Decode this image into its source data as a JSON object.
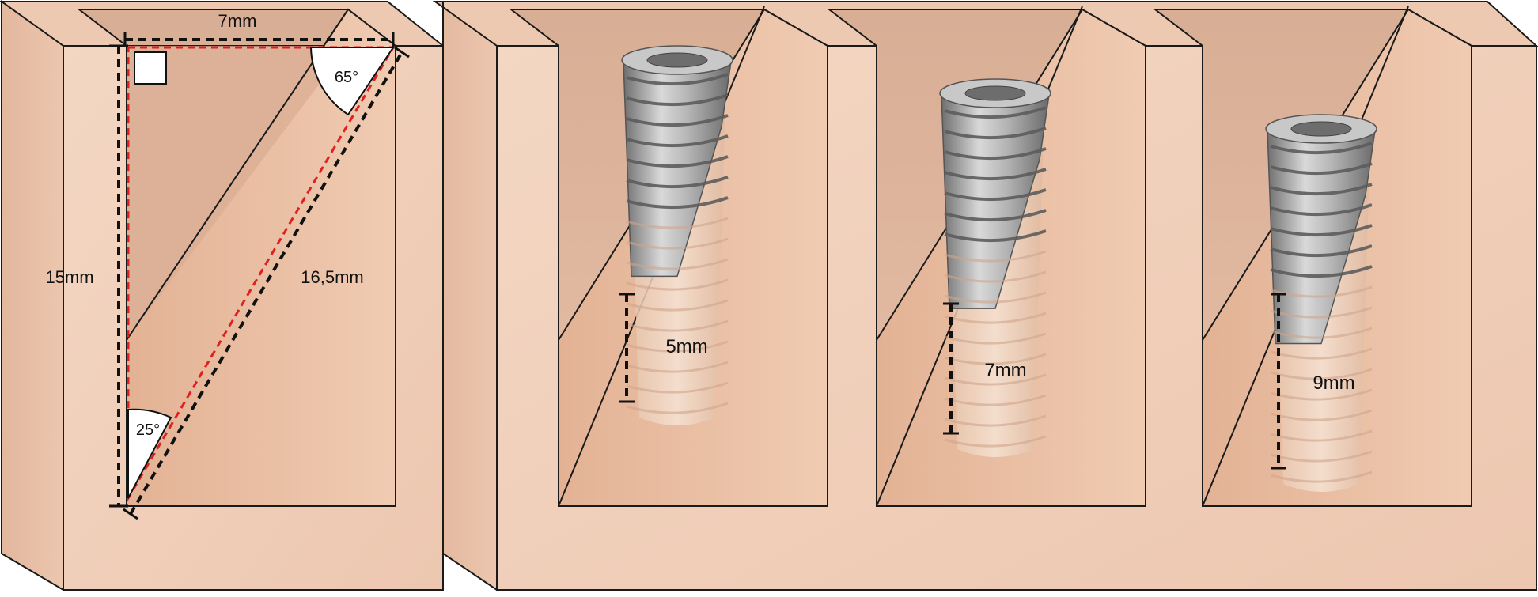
{
  "diagram": {
    "panels": [
      {
        "id": "geometry",
        "labels": {
          "top": "7mm",
          "left": "15mm",
          "hypotenuse": "16,5mm",
          "angle_top": "65°",
          "angle_bottom": "25°"
        }
      },
      {
        "id": "implant-1",
        "depth_label": "5mm"
      },
      {
        "id": "implant-2",
        "depth_label": "7mm"
      },
      {
        "id": "implant-3",
        "depth_label": "9mm"
      }
    ],
    "colors": {
      "bone": "#f1d2bd",
      "bone_shadow": "#ddb59d",
      "bone_dark": "#c99c86",
      "outline": "#1a1a1a",
      "dimension_line": "#111111",
      "triangle_line": "#e02020",
      "implant": "#a9a9a9"
    }
  }
}
